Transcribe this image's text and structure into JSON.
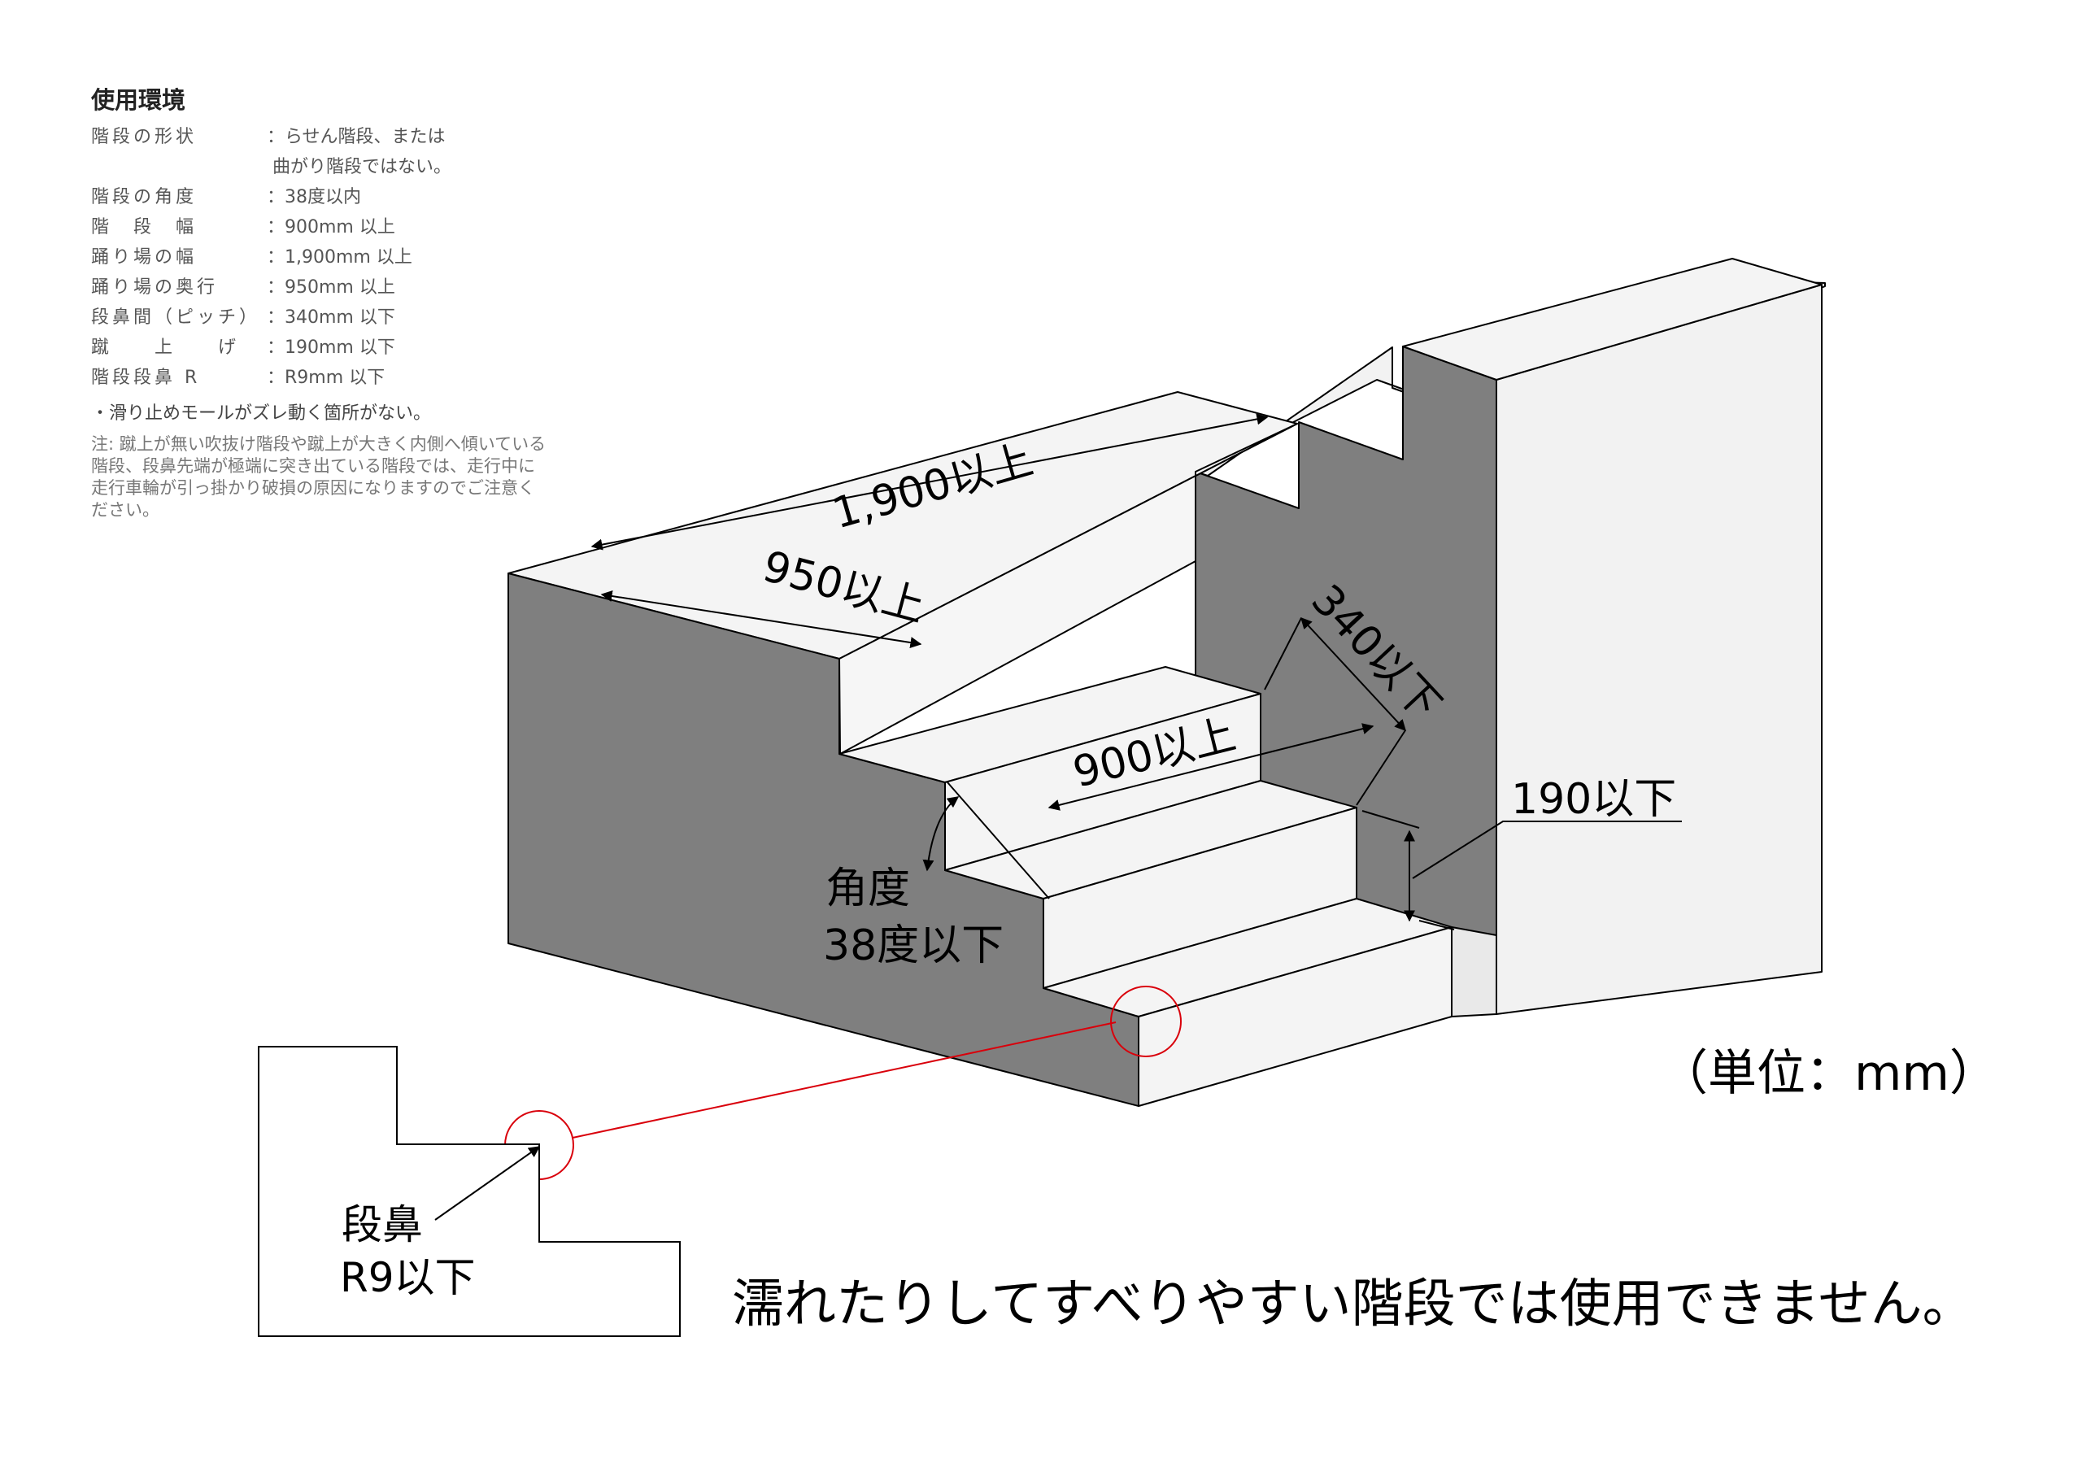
{
  "spec": {
    "title": "使用環境",
    "rows": [
      {
        "label": "階段の形状",
        "value": "：らせん階段、または\n 曲がり階段ではない。"
      },
      {
        "label": "階段の角度",
        "value": "：38度以内"
      },
      {
        "label": "階　段　幅",
        "value": "：900mm 以上"
      },
      {
        "label": "踊り場の幅",
        "value": "：1,900mm 以上"
      },
      {
        "label": "踊り場の奥行",
        "value": "：950mm 以上"
      },
      {
        "label": "段鼻間（ピッチ）",
        "value": "：340mm 以下"
      },
      {
        "label": "蹴　　上　　げ",
        "value": "：190mm 以下"
      },
      {
        "label": "階段段鼻 R",
        "value": "：R9mm 以下"
      }
    ],
    "bullet": "・滑り止めモールがズレ動く箇所がない。",
    "note": "注: 蹴上が無い吹抜け階段や蹴上が大きく内側へ傾いている階段、段鼻先端が極端に突き出ている階段では、走行中に走行車輪が引っ掛かり破損の原因になりますのでご注意ください。"
  },
  "dimensions": {
    "landing_width": "1,900以上",
    "landing_depth": "950以上",
    "pitch": "340以下",
    "stair_width": "900以上",
    "riser": "190以下",
    "angle_line1": "角度",
    "angle_line2": "38度以下"
  },
  "detail": {
    "label_line1": "段鼻",
    "label_line2": "R9以下"
  },
  "unit": "（単位：mm）",
  "warning": "濡れたりしてすべりやすい階段では使用できません。",
  "colors": {
    "wall_dark": "#7f7f7f",
    "face_light": "#f4f4f4",
    "leader_red": "#d9000b"
  }
}
